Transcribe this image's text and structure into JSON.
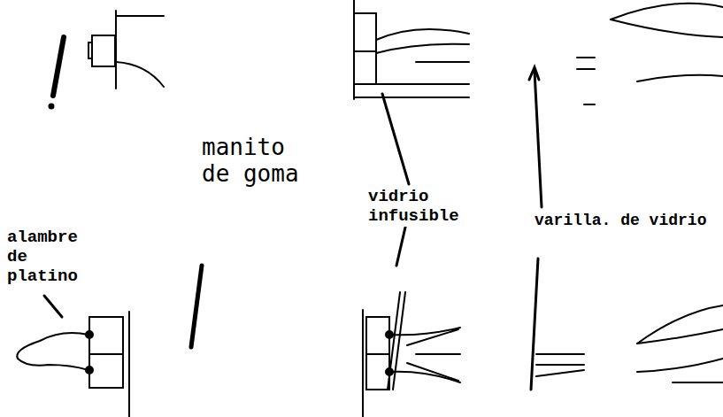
{
  "diagram": {
    "labels": [
      "alambre de platino",
      "manito de goma",
      "vidrio infusible",
      "varilla. de vidrio"
    ]
  }
}
